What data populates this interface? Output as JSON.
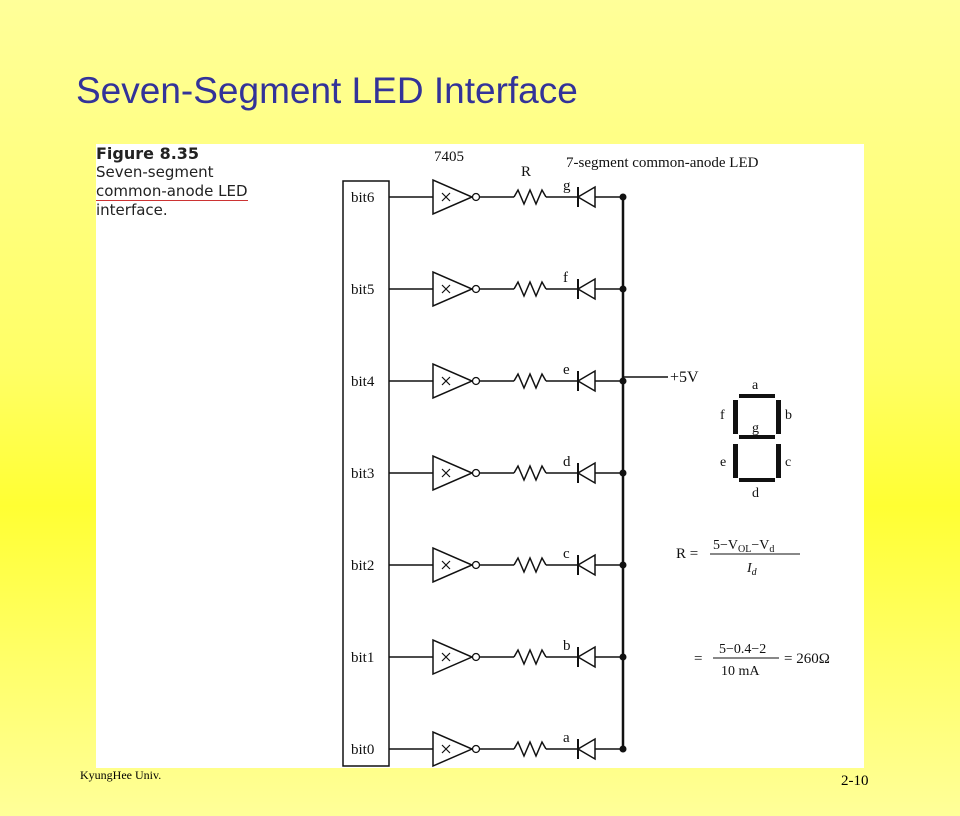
{
  "slide": {
    "title": "Seven-Segment LED Interface",
    "footer_left": "KyungHee Univ.",
    "footer_right": "2-10"
  },
  "caption": {
    "figure_number": "Figure 8.35",
    "lines": [
      "Seven-segment",
      "common-anode LED",
      "interface."
    ]
  },
  "circuit": {
    "inverter_label": "7405",
    "resistor_label": "R",
    "led_label": "7-segment common-anode LED",
    "supply_label": "+5V",
    "rows": [
      {
        "bit": "bit6",
        "segment": "g"
      },
      {
        "bit": "bit5",
        "segment": "f"
      },
      {
        "bit": "bit4",
        "segment": "e"
      },
      {
        "bit": "bit3",
        "segment": "d"
      },
      {
        "bit": "bit2",
        "segment": "c"
      },
      {
        "bit": "bit1",
        "segment": "b"
      },
      {
        "bit": "bit0",
        "segment": "a"
      }
    ]
  },
  "display": {
    "segments": [
      "a",
      "b",
      "c",
      "d",
      "e",
      "f",
      "g"
    ]
  },
  "formulas": {
    "r_lhs": "R =",
    "r_num": "5−V",
    "r_num_sub1": "OL",
    "r_num_mid": "−V",
    "r_num_sub2": "d",
    "r_den": "I",
    "r_den_sub": "d",
    "calc_eq": "=",
    "calc_num": "5−0.4−2",
    "calc_den": "10 mA",
    "calc_result": "= 260Ω"
  }
}
